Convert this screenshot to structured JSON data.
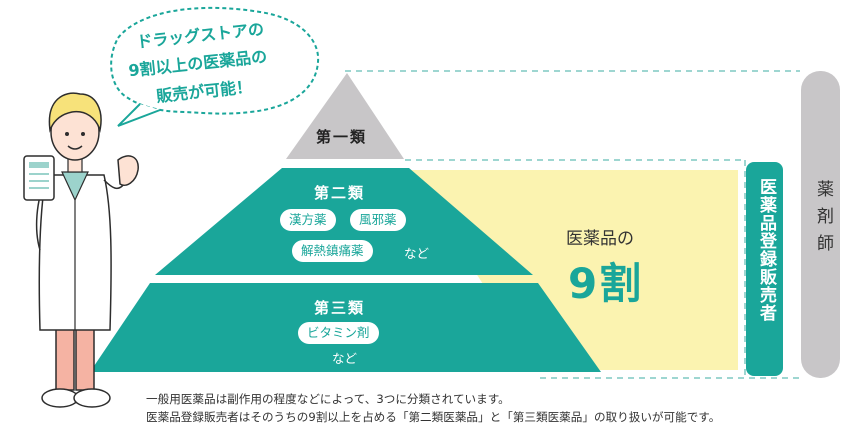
{
  "bubble": {
    "lines": [
      "ドラッグストアの",
      "9割以上の医薬品の",
      "販売が可能！"
    ]
  },
  "pyramid": {
    "tier1": {
      "title": "第一類"
    },
    "tier2": {
      "title": "第二類",
      "pills": [
        "漢方薬",
        "風邪薬",
        "解熱鎮痛薬"
      ],
      "suffix": "など"
    },
    "tier3": {
      "title": "第三類",
      "pills": [
        "ビタミン剤"
      ],
      "suffix": "など"
    }
  },
  "highlight": {
    "label": "医薬品の",
    "value": "9割"
  },
  "registered_seller": {
    "label": "医薬品登録販売者"
  },
  "pharmacist": {
    "label": "薬剤師"
  },
  "notes": [
    "一般用医薬品は副作用の程度などによって、3つに分類されています。",
    "医薬品登録販売者はそのうちの9割以上を占める「第二類医薬品」と「第三類医薬品」の取り扱いが可能です。"
  ],
  "colors": {
    "teal": "#1aa69a",
    "gray": "#c8c6c8",
    "yellow": "#fbf3b0",
    "bubble_text": "#1aa69a",
    "dash": "#7ec8c2"
  }
}
